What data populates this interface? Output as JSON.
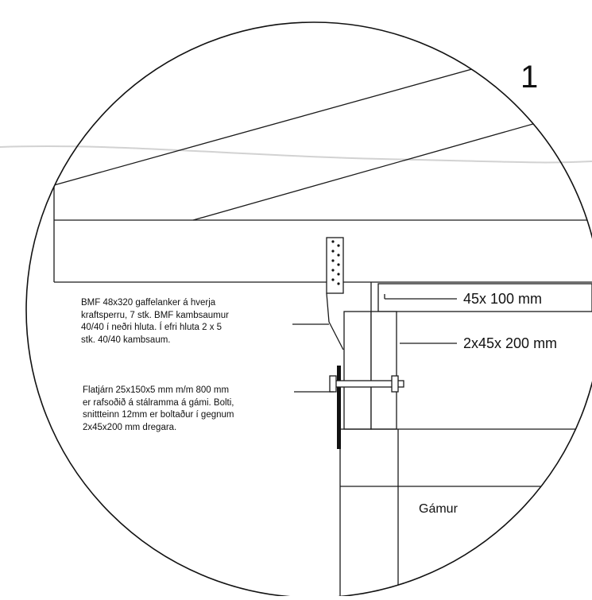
{
  "detail_number": "1",
  "dimensions": {
    "upper_beam": "45x 100 mm",
    "lower_beam": "2x45x 200 mm"
  },
  "annotation_anchor": {
    "lines": [
      "BMF 48x320 gaffelanker á hverja",
      "kraftsperru, 7 stk. BMF kambsaumur",
      "40/40  í neðri hluta.  Í efri hluta 2 x 5",
      "stk. 40/40  kambsaum."
    ]
  },
  "annotation_flatbar": {
    "lines": [
      "Flatjárn  25x150x5 mm m/m 800 mm",
      "er rafsoðið á stálramma á gámi.  Bolti,",
      "snittteinn 12mm er boltaður í gegnum",
      "2x45x200 mm dregara."
    ]
  },
  "container_label": "Gámur"
}
